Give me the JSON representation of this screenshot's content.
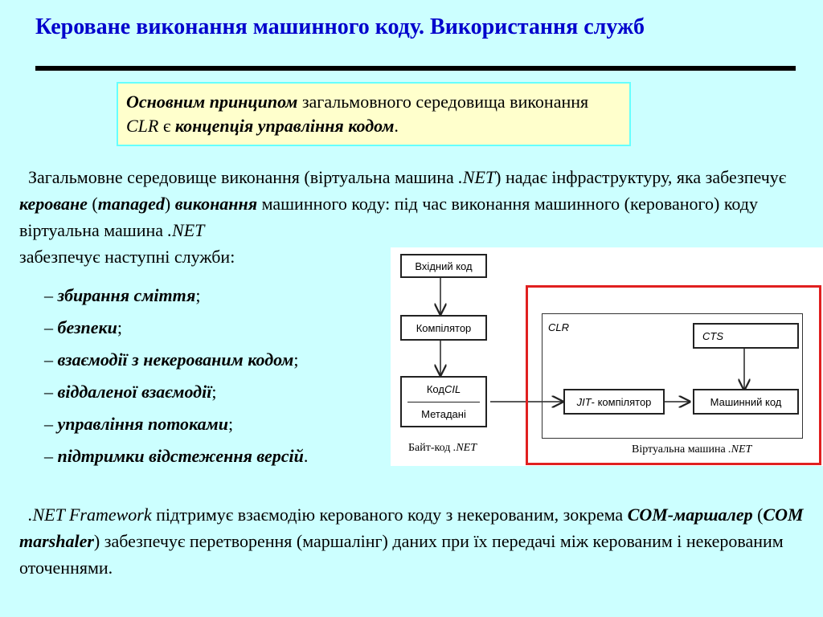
{
  "title": "Кероване виконання машинного коду. Використання служб",
  "callout": {
    "strong": "Основним принципом",
    "text1": " загальмовного середовища виконання ",
    "clr": "CLR",
    "text2": " є ",
    "concept": "концепція управління кодом",
    "end": "."
  },
  "intro": {
    "t1": "Загальмовне середовище виконання (віртуальна машина ",
    "net1": ".NET",
    "t2": ") надає інфраструктуру, яка забезпечує ",
    "managed_ua": "кероване",
    "t3": " (",
    "managed_en": "managed",
    "t4": ") ",
    "exec": "виконання",
    "t5": " машинного коду: під час виконання машинного (керованого) коду віртуальна машина ",
    "net2": ".NET",
    "t6": " забезпечує наступні служби:"
  },
  "services": [
    {
      "dash": "– ",
      "name": "збирання сміття",
      "end": ";"
    },
    {
      "dash": "– ",
      "name": "безпеки",
      "end": ";"
    },
    {
      "dash": "– ",
      "name": "взаємодії з некерованим кодом",
      "end": ";"
    },
    {
      "dash": "– ",
      "name": "віддаленої взаємодії",
      "end": ";"
    },
    {
      "dash": "– ",
      "name": "управління потоками",
      "end": ";"
    },
    {
      "dash": "– ",
      "name": "підтримки відстеження версій",
      "end": "."
    }
  ],
  "diagram": {
    "source": "Вхідний код",
    "compiler": "Компілятор",
    "cil_prefix": "Код ",
    "cil": "CIL",
    "metadata": "Метадані",
    "bytecode_prefix": "Байт-код ",
    "bytecode_net": ".NET",
    "clr": "CLR",
    "cts": "CTS",
    "jit": "JIT",
    "jit_suffix": "- компілятор",
    "machine": "Машинний код",
    "vm_prefix": "Віртуальна машина ",
    "vm_net": ".NET"
  },
  "outro": {
    "net": ".NET Framework",
    "t1": " підтримує взаємодію керованого коду з некерованим, зокрема ",
    "com_ua": "COM-маршалер",
    "t2": " (",
    "com_en": "COM marshaler",
    "t3": ") забезпечує перетворення (маршалінг) даних при їх передачі між керованим і некерованим оточеннями."
  },
  "colors": {
    "background": "#ccffff",
    "title": "#0000cc",
    "callout_bg": "#ffffcc",
    "frame_red": "#e02020"
  }
}
